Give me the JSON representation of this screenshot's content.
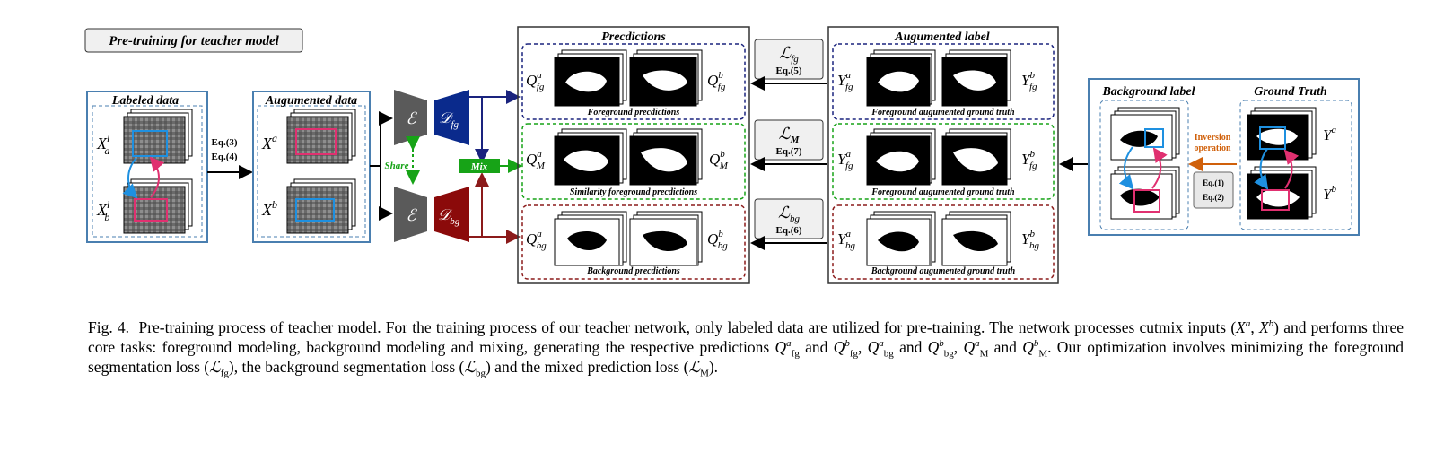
{
  "title_box": "Pre-training for teacher model",
  "labeled": {
    "title": "Labeled data",
    "xa": "X",
    "xa_sup": "l",
    "xa_sub": "a",
    "xb": "X",
    "xb_sup": "l",
    "xb_sub": "b"
  },
  "eq34": [
    "Eq.(3)",
    "Eq.(4)"
  ],
  "augmented": {
    "title": "Augumented data",
    "xa": "X",
    "xa_sup": "a",
    "xb": "X",
    "xb_sup": "b"
  },
  "encoder_symbol": "ℰ",
  "share_label": "Share",
  "decoder_fg": {
    "main": "𝒟",
    "sub": "fg",
    "color": "#0a2a8c"
  },
  "decoder_bg": {
    "main": "𝒟",
    "sub": "bg",
    "color": "#8b0a0a"
  },
  "mix_label": "Mix",
  "colors": {
    "blue_border": "#4a7fb0",
    "navy": "#1a237e",
    "green": "#17a317",
    "darkred": "#8b1a1a",
    "orange": "#d0600a",
    "pink": "#e03070",
    "cyan": "#1e90e0"
  },
  "predictions": {
    "title": "Precdictions",
    "fg_caption": "Foreground precdictions",
    "m_caption": "Similarity foreground precdictions",
    "bg_caption": "Background precdictions",
    "q": "Q",
    "sup_a": "a",
    "sup_b": "b",
    "sub_fg": "fg",
    "sub_m": "M",
    "sub_bg": "bg"
  },
  "losses": [
    {
      "sym": "ℒ",
      "sub": "fg",
      "eq": "Eq.(5)"
    },
    {
      "sym": "ℒ",
      "sub": "M",
      "eq": "Eq.(7)"
    },
    {
      "sym": "ℒ",
      "sub": "bg",
      "eq": "Eq.(6)"
    }
  ],
  "aug_label": {
    "title": "Augumented label",
    "fg_caption": "Foreground augumented ground truth",
    "m_caption": "Foreground augumented ground truth",
    "bg_caption": "Background augumented ground truth",
    "y": "Y"
  },
  "bg_label_title": "Background label",
  "gt_title": "Ground Truth",
  "inversion": [
    "Inversion",
    "operation"
  ],
  "eq12": [
    "Eq.(1)",
    "Eq.(2)"
  ],
  "caption": {
    "prefix": "Fig. 4.",
    "s1": "Pre-training process of teacher model. For the training process of our teacher network, only labeled data are utilized for pre-training. The network processes cutmix inputs (",
    "s2": ") and performs three core tasks: foreground modeling, background modeling and mixing, generating the respective predictions",
    "s3": ". Our optimization involves minimizing the foreground segmentation loss (",
    "s4": "), the background segmentation loss (",
    "s5": ") and the mixed prediction loss (",
    "s6": ")."
  }
}
